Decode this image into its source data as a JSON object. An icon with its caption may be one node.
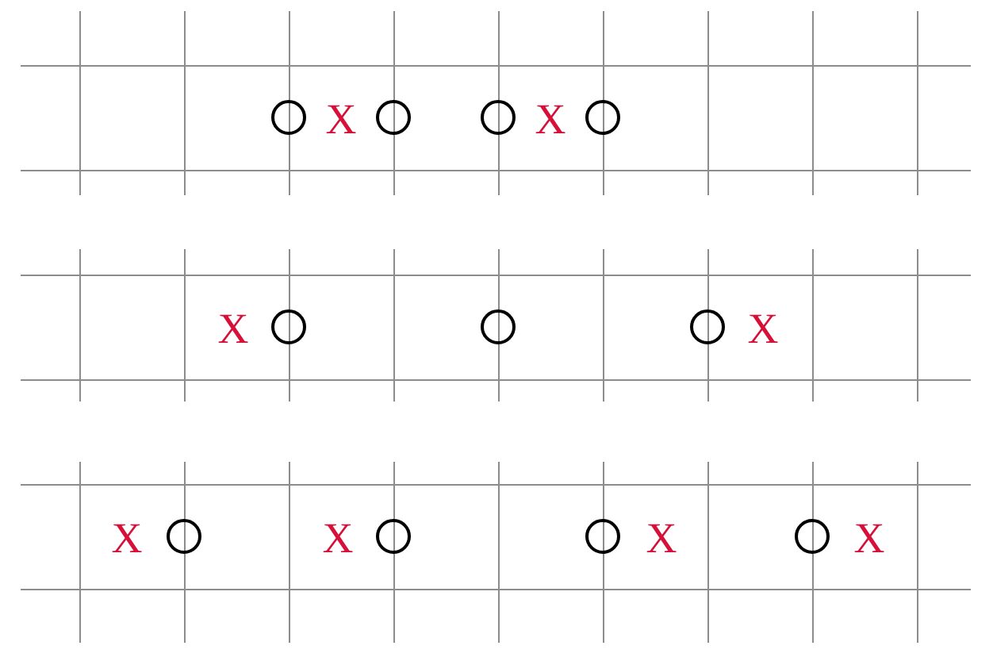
{
  "diagram": {
    "nodes": [
      {
        "text": [],
        "shape": "circle"
      },
      {
        "text": [],
        "shape": "circle"
      },
      {
        "text": [],
        "shape": "circle"
      },
      {
        "text": [],
        "shape": "circle"
      },
      {
        "text": [],
        "shape": "circle"
      },
      {
        "text": [],
        "shape": "circle"
      },
      {
        "text": [],
        "shape": "circle"
      },
      {
        "text": [],
        "shape": "circle"
      },
      {
        "text": [],
        "shape": "circle"
      },
      {
        "text": [],
        "shape": "circle"
      },
      {
        "text": [],
        "shape": "circle"
      }
    ],
    "labels": [
      "X",
      "X",
      "X",
      "X",
      "X",
      "X",
      "X",
      "X"
    ]
  }
}
